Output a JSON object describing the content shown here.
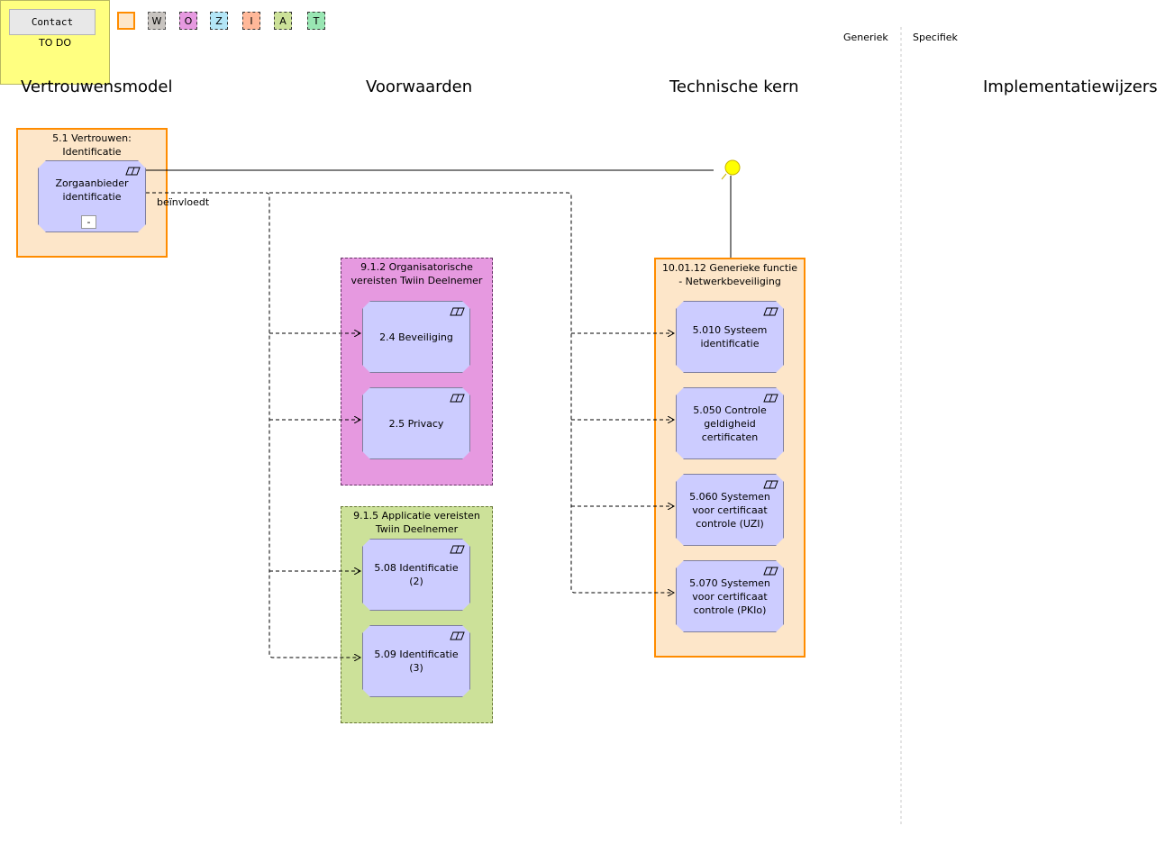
{
  "toolbar": {
    "contact_label": "Contact"
  },
  "legend": [
    {
      "label": "",
      "bg": "#fde6c9",
      "border": "#ff8c00",
      "style": "solid"
    },
    {
      "label": "W",
      "bg": "#c8c4c0",
      "border": "#555555",
      "style": "dashed"
    },
    {
      "label": "O",
      "bg": "#e699e0",
      "border": "#333333",
      "style": "dashed"
    },
    {
      "label": "Z",
      "bg": "#b3e6f7",
      "border": "#333333",
      "style": "dashed"
    },
    {
      "label": "I",
      "bg": "#ffb899",
      "border": "#333333",
      "style": "dashed"
    },
    {
      "label": "A",
      "bg": "#cce199",
      "border": "#333333",
      "style": "dashed"
    },
    {
      "label": "T",
      "bg": "#99e6b3",
      "border": "#333333",
      "style": "dashed"
    }
  ],
  "columns": {
    "generiek": "Generiek",
    "specifiek": "Specifiek",
    "vertrouwensmodel": "Vertrouwensmodel",
    "voorwaarden": "Voorwaarden",
    "technische_kern": "Technische kern",
    "implementatiewijzers": "Implementatiewijzers"
  },
  "groups": {
    "vertrouwen": {
      "title": "5.1 Vertrouwen: Identificatie"
    },
    "organisatorisch": {
      "title": "9.1.2 Organisatorische vereisten Twiin Deelnemer"
    },
    "applicatie": {
      "title": "9.1.5 Applicatie vereisten Twiin Deelnemer"
    },
    "netwerk": {
      "title": "10.01.12 Generieke functie - Netwerkbeveiliging"
    }
  },
  "nodes": {
    "zorgaanbieder": "Zorgaanbieder identificatie",
    "beveiliging": "2.4 Beveiliging",
    "privacy": "2.5 Privacy",
    "ident2": "5.08 Identificatie (2)",
    "ident3": "5.09 Identificatie (3)",
    "systeem": "5.010 Systeem identificatie",
    "controle": "5.050 Controle geldigheid certificaten",
    "uzi": "5.060 Systemen voor certificaat controle (UZI)",
    "pkio": "5.070 Systemen voor certificaat controle (PKIo)"
  },
  "collapse_label": "-",
  "relation_label": "beïnvloedt",
  "todo_label": "TO DO"
}
